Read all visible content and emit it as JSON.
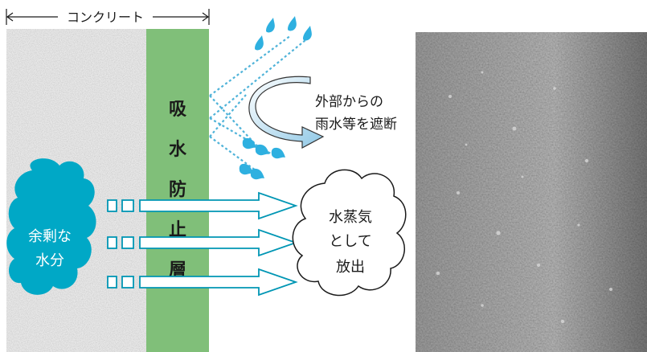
{
  "header": {
    "concrete_label": "コンクリート"
  },
  "layer": {
    "label_chars": [
      "吸",
      "水",
      "防",
      "止",
      "層"
    ],
    "color": "#7fbf7a"
  },
  "water": {
    "label_lines": [
      "余剰な",
      "水分"
    ],
    "color": "#00a7c4"
  },
  "rain": {
    "label_lines": [
      "外部からの",
      "雨水等を遮断"
    ]
  },
  "vapor": {
    "label_lines": [
      "水蒸気",
      "として",
      "放出"
    ]
  },
  "colors": {
    "accent_cyan": "#0096b4",
    "dotted_line": "#4fb3d9",
    "concrete_bg": "#e6e6e6"
  },
  "photo": {
    "subject": "concrete-surface-photo"
  }
}
